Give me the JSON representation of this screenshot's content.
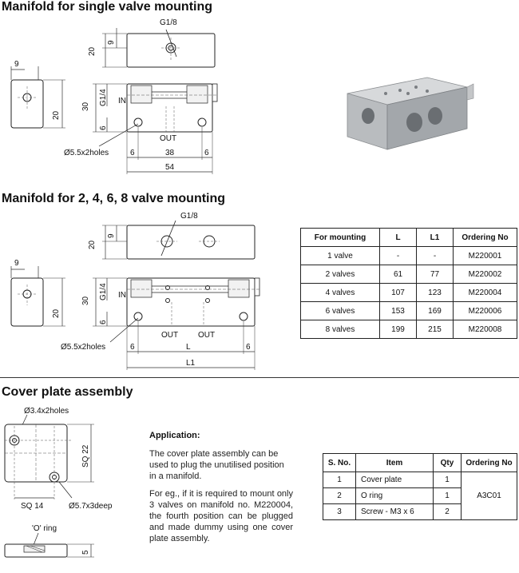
{
  "sections": {
    "single": {
      "title": "Manifold for single valve mounting",
      "labels": {
        "g18": "G1/8",
        "dim9a": "9",
        "dim20a": "20",
        "dim9b": "9",
        "dim20b": "20",
        "g14": "G1/4",
        "in": "IN",
        "dim30": "30",
        "dim6v": "6",
        "out": "OUT",
        "holes": "Ø5.5x2holes",
        "d6a": "6",
        "d38": "38",
        "d6b": "6",
        "d54": "54"
      }
    },
    "multi": {
      "title": "Manifold for 2, 4, 6, 8 valve mounting",
      "labels": {
        "g18": "G1/8",
        "dim9a": "9",
        "dim20a": "20",
        "dim9b": "9",
        "dim20b": "20",
        "g14": "G1/4",
        "in": "IN",
        "dim30": "30",
        "dim6v": "6",
        "out1": "OUT",
        "out2": "OUT",
        "holes": "Ø5.5x2holes",
        "d6a": "6",
        "dL": "L",
        "d6b": "6",
        "dL1": "L1"
      },
      "table": {
        "headers": [
          "For mounting",
          "L",
          "L1",
          "Ordering No"
        ],
        "rows": [
          [
            "1 valve",
            "-",
            "-",
            "M220001"
          ],
          [
            "2 valves",
            "61",
            "77",
            "M220002"
          ],
          [
            "4 valves",
            "107",
            "123",
            "M220004"
          ],
          [
            "6 valves",
            "153",
            "169",
            "M220006"
          ],
          [
            "8 valves",
            "199",
            "215",
            "M220008"
          ]
        ]
      }
    },
    "cover": {
      "title": "Cover plate assembly",
      "labels": {
        "holes34": "Ø3.4x2holes",
        "sq22": "SQ 22",
        "sq14": "SQ 14",
        "deep": "Ø5.7x3deep",
        "oring": "'O' ring",
        "dim5": "5"
      },
      "application": {
        "heading": "Application:",
        "p1": "The cover plate assembly can be used to plug the unutilised position in a manifold.",
        "p2": "For eg., if it is required to mount only 3 valves on manifold no. M220004, the fourth position can be plugged and made dummy using one cover plate assembly."
      },
      "table": {
        "headers": [
          "S. No.",
          "Item",
          "Qty",
          "Ordering No"
        ],
        "rows": [
          [
            "1",
            "Cover plate",
            "1"
          ],
          [
            "2",
            "O ring",
            "1"
          ],
          [
            "3",
            "Screw - M3 x 6",
            "2"
          ]
        ],
        "ordering": "A3C01"
      }
    }
  }
}
